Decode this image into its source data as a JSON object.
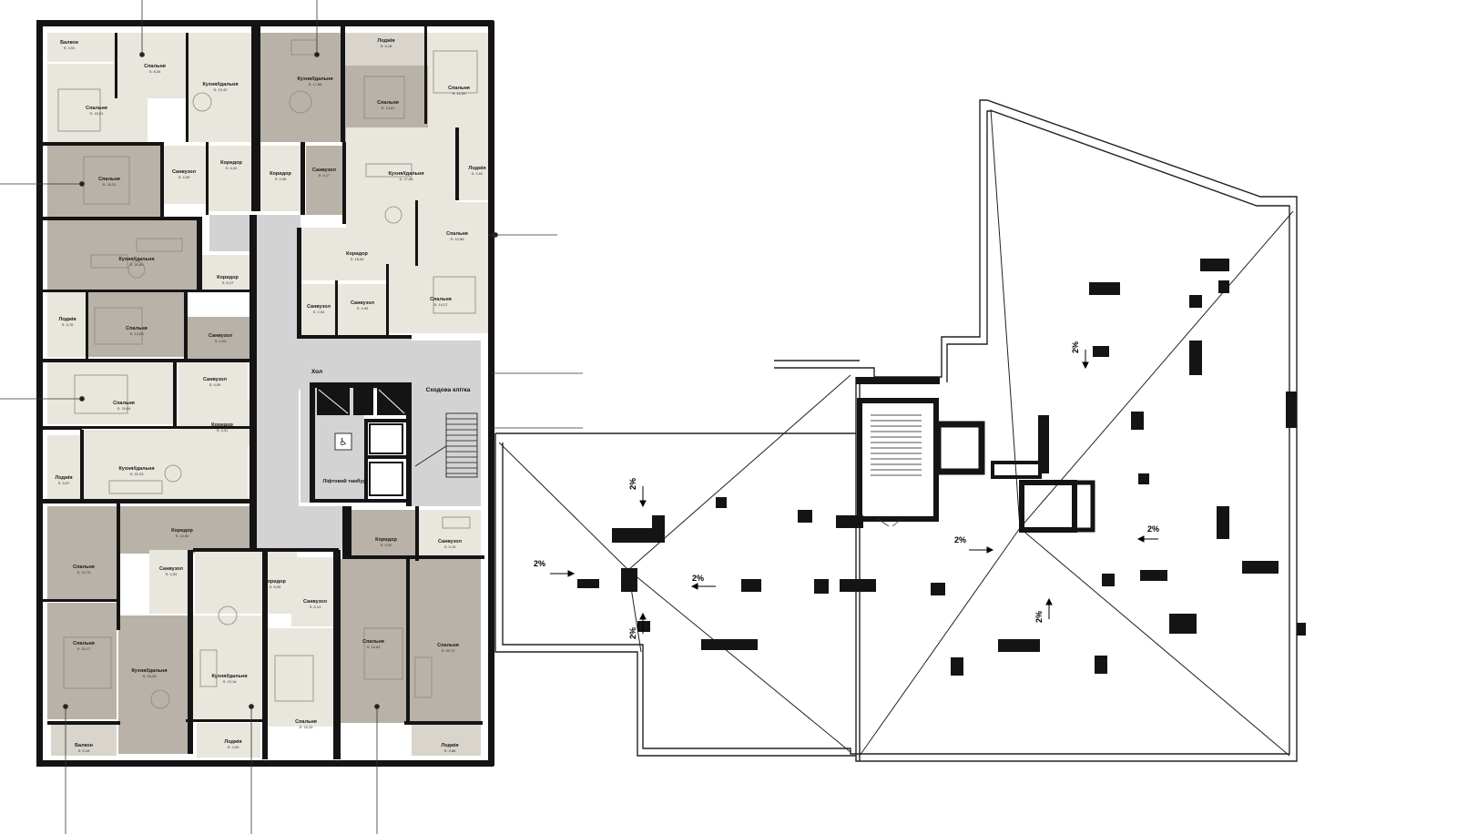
{
  "colors": {
    "wall": "#141414",
    "room_light": "#e9e6dd",
    "room_dark": "#b9b2a8",
    "room_mid": "#d9d5cc",
    "corridor": "#d3d3d3",
    "roof_line": "#222222",
    "background": "#ffffff"
  },
  "rooms": [
    {
      "name": "Балкон",
      "area": "S: 4,51"
    },
    {
      "name": "Спальня",
      "area": "S: 8,34"
    },
    {
      "name": "Кухня/їдальня",
      "area": "S: 19,42"
    },
    {
      "name": "Кухня/їдальня",
      "area": "S: 17,88"
    },
    {
      "name": "Лоджія",
      "area": "S: 5,18"
    },
    {
      "name": "Спальня",
      "area": "S: 15,01"
    },
    {
      "name": "Спальня",
      "area": "S: 12,09"
    },
    {
      "name": "Спальня",
      "area": "S: 14,81"
    },
    {
      "name": "Спальня",
      "area": "S: 16,31"
    },
    {
      "name": "Санвузол",
      "area": "S: 4,99"
    },
    {
      "name": "Коридор",
      "area": "S: 4,04"
    },
    {
      "name": "Коридор",
      "area": "S: 4,38"
    },
    {
      "name": "Санвузол",
      "area": "S: 5,17"
    },
    {
      "name": "Кухня/їдальня",
      "area": "S: 17,68"
    },
    {
      "name": "Лоджія",
      "area": "S: 4,62"
    },
    {
      "name": "Кухня/їдальня",
      "area": "S: 20,80"
    },
    {
      "name": "Коридор",
      "area": "S: 6,37"
    },
    {
      "name": "Спальня",
      "area": "S: 10,68"
    },
    {
      "name": "Коридор",
      "area": "S: 18,06"
    },
    {
      "name": "Лоджія",
      "area": "S: 3,76"
    },
    {
      "name": "Спальня",
      "area": "S: 13,08"
    },
    {
      "name": "Санвузол",
      "area": "S: 4,95"
    },
    {
      "name": "Санвузол",
      "area": "S: 2,54"
    },
    {
      "name": "Санвузол",
      "area": "S: 4,95"
    },
    {
      "name": "Спальня",
      "area": "S: 14,27"
    },
    {
      "name": "Спальня",
      "area": "S: 15,04"
    },
    {
      "name": "Санвузол",
      "area": "S: 4,59"
    },
    {
      "name": "Коридор",
      "area": "S: 4,31"
    },
    {
      "name": "Кухня/їдальня",
      "area": "S: 20,33"
    },
    {
      "name": "Лоджія",
      "area": "S: 3,97"
    },
    {
      "name": "Коридор",
      "area": "S: 13,80"
    },
    {
      "name": "Спальня",
      "area": "S: 12,76"
    },
    {
      "name": "Санвузол",
      "area": "S: 4,09"
    },
    {
      "name": "Коридор",
      "area": "S: 5,95"
    },
    {
      "name": "Санвузол",
      "area": "S: 5,13"
    },
    {
      "name": "Коридор",
      "area": "S: 9,50"
    },
    {
      "name": "Санвузол",
      "area": "S: 5,15"
    },
    {
      "name": "Спальня",
      "area": "S: 16,17"
    },
    {
      "name": "Кухня/їдальня",
      "area": "S: 18,28"
    },
    {
      "name": "Кухня/їдальня",
      "area": "S: 19,16"
    },
    {
      "name": "Спальня",
      "area": "S: 16,83"
    },
    {
      "name": "Спальня",
      "area": "S: 20,72"
    },
    {
      "name": "Спальня",
      "area": "S: 15,26"
    },
    {
      "name": "Балкон",
      "area": "S: 5,18"
    },
    {
      "name": "Лоджія",
      "area": "S: 3,86"
    },
    {
      "name": "Лоджія",
      "area": "S: 3,90"
    }
  ],
  "common": {
    "hall": "Хол",
    "stair": "Сходова клітка",
    "lift_lobby": "Ліфтовий тамбур"
  },
  "roof": {
    "slope": "2%"
  }
}
